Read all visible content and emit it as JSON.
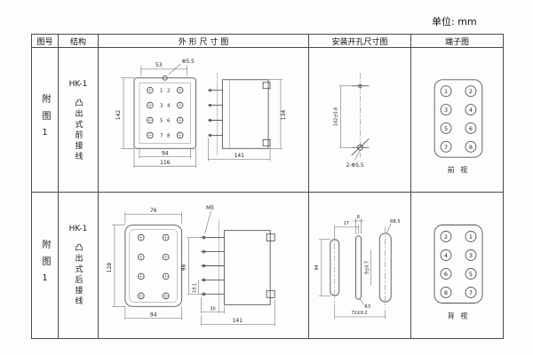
{
  "unit_label": "单位: mm",
  "headers": {
    "fig_no": "图号",
    "structure": "结构",
    "outline": "外 形 尺 寸 图",
    "mounting": "安装开孔尺寸图",
    "terminal": "端子图"
  },
  "row1": {
    "fig_no": "附图1",
    "model": "HK-1",
    "structure": "凸出式前接线",
    "outline": {
      "top_width": "53",
      "hole_dia": "Φ5.5",
      "height": "142",
      "inner_width": "94",
      "outer_width": "116",
      "side_depth": "141",
      "side_height": "134",
      "terminals": [
        "1",
        "2",
        "3",
        "4",
        "5",
        "6",
        "7",
        "8"
      ]
    },
    "mounting": {
      "height": "142±0.8",
      "holes": "2-Φ5.5"
    },
    "terminal": {
      "left": [
        "1",
        "3",
        "5",
        "7"
      ],
      "right": [
        "2",
        "4",
        "6",
        "8"
      ],
      "caption": "前 视"
    }
  },
  "row2": {
    "fig_no": "附图1",
    "model": "HK-1",
    "structure": "凸出式后接线",
    "outline": {
      "top_width": "76",
      "height": "128",
      "bottom_width": "94",
      "stud_thread": "M5",
      "stud_span": "98",
      "stud_pitch": "19.1",
      "stud_len": "30",
      "side_depth": "141"
    },
    "mounting": {
      "slot_offset": "17",
      "slot_width": "6",
      "corner_r": "R8.5",
      "height": "94",
      "mid": "9±0.7",
      "span": "72±0.2",
      "slot_r": "R3"
    },
    "terminal": {
      "left": [
        "2",
        "4",
        "6",
        "8"
      ],
      "right": [
        "1",
        "3",
        "5",
        "7"
      ],
      "caption": "背 视"
    }
  }
}
